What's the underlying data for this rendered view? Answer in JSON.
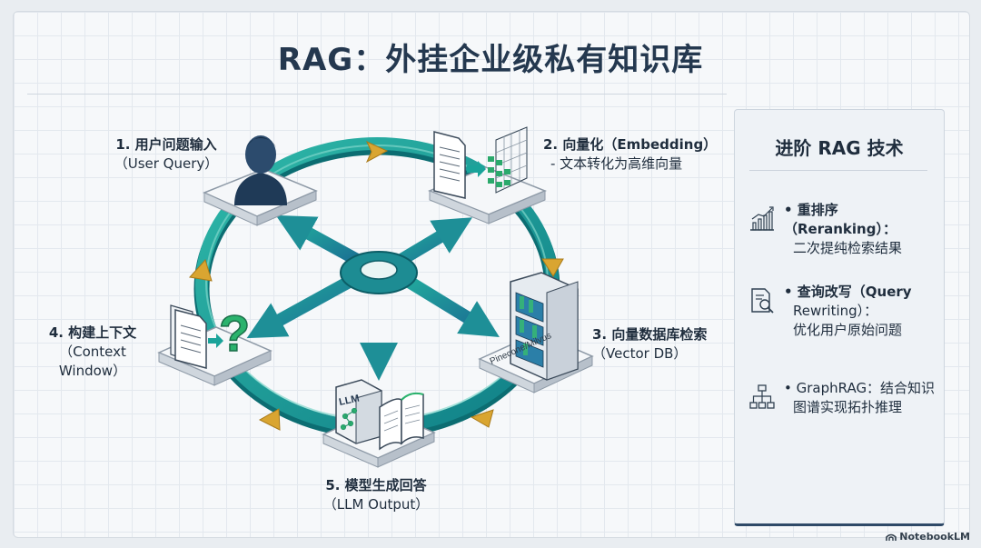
{
  "title": "RAG：外挂企业级私有知识库",
  "steps": [
    {
      "label": "1. 用户问题输入",
      "sub": "（User Query）"
    },
    {
      "label": "2. 向量化（Embedding）",
      "sub": "- 文本转化为高维向量"
    },
    {
      "label": "3. 向量数据库检索",
      "sub": "（Vector DB）"
    },
    {
      "label": "4. 构建上下文",
      "sub": "（Context Window）"
    },
    {
      "label": "5. 模型生成回答",
      "sub": "（LLM Output）"
    }
  ],
  "db_label": "Pinecone/Milvus",
  "llm_label": "LLM",
  "panel": {
    "title": "进阶 RAG 技术",
    "items": [
      {
        "icon": "chart-icon",
        "line1": "• 重排序（Reranking）：",
        "line2": "二次提纯检索结果",
        "line3": ""
      },
      {
        "icon": "search-doc-icon",
        "line1": "• 查询改写（Query",
        "line2": "Rewriting）：",
        "line3": "优化用户原始问题"
      },
      {
        "icon": "graph-icon",
        "line1": "• GraphRAG：结合知识",
        "line2": "图谱实现拓扑推理",
        "line3": ""
      }
    ]
  },
  "brand": "NotebookLM",
  "colors": {
    "teal": "#1aa39a",
    "ring_dark": "#0f7e7a",
    "arrow": "#d9a531",
    "title": "#24384f"
  }
}
